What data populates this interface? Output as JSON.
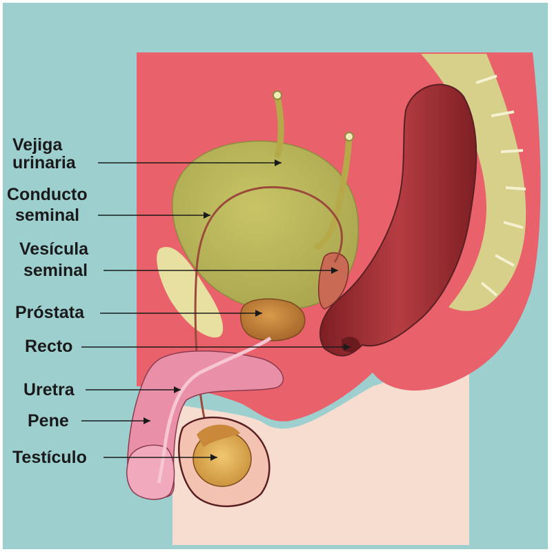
{
  "colors": {
    "background": "#9dcfcf",
    "tissue": "#e9616a",
    "tissue_dark": "#d94f5a",
    "skin": "#f7ddd0",
    "penis": "#e98fa8",
    "bladder": "#b5b25a",
    "spine": "#d6d08a",
    "rectum": "#9a2f33",
    "prostate": "#c9883a",
    "testicle": "#e0b45a",
    "outline": "#5a1f22",
    "text": "#1a1a1a"
  },
  "labels": {
    "vejiga_1": "Vejiga",
    "vejiga_2": "urinaria",
    "conducto_1": "Conducto",
    "conducto_2": "seminal",
    "vesicula_1": "Vesícula",
    "vesicula_2": "seminal",
    "prostata": "Próstata",
    "recto": "Recto",
    "uretra": "Uretra",
    "pene": "Pene",
    "testiculo": "Testículo"
  }
}
